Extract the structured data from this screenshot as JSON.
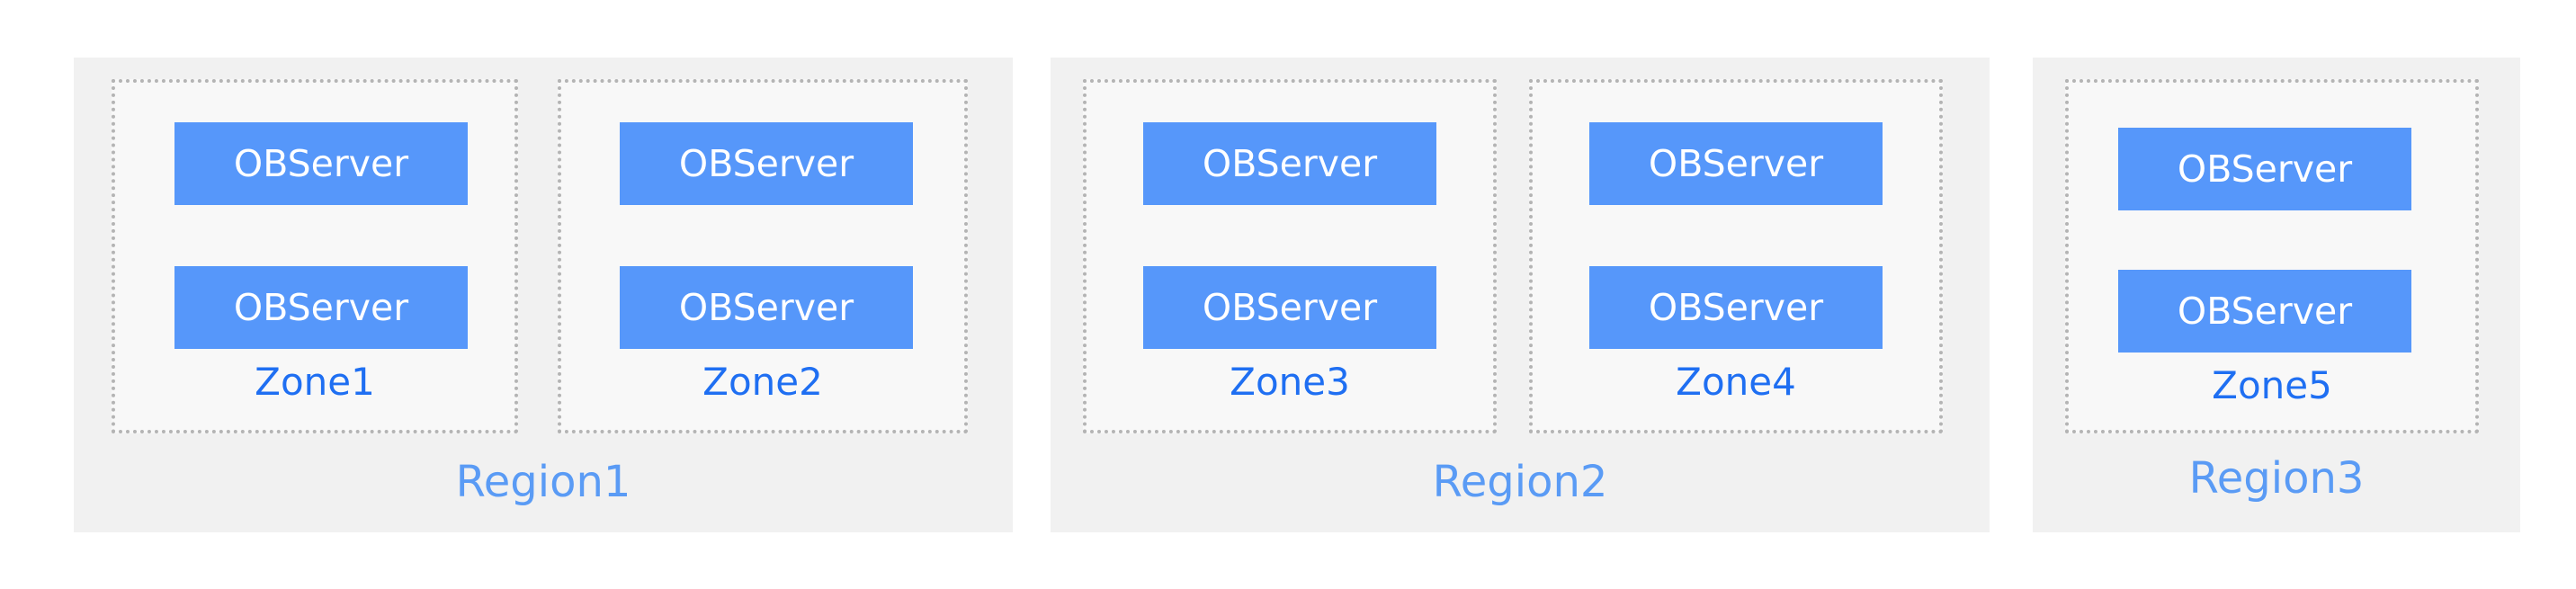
{
  "colors": {
    "region_bg": "#f1f1f1",
    "zone_bg": "#f8f8f8",
    "zone_border": "#b4b4b4",
    "server_fill": "#5697fa",
    "server_text": "#ffffff",
    "zone_label": "#1f6ff2",
    "region_label": "#5a9bf5"
  },
  "regions": [
    {
      "label": "Region1",
      "zones": [
        {
          "label": "Zone1",
          "servers": [
            "OBServer",
            "OBServer"
          ]
        },
        {
          "label": "Zone2",
          "servers": [
            "OBServer",
            "OBServer"
          ]
        }
      ]
    },
    {
      "label": "Region2",
      "zones": [
        {
          "label": "Zone3",
          "servers": [
            "OBServer",
            "OBServer"
          ]
        },
        {
          "label": "Zone4",
          "servers": [
            "OBServer",
            "OBServer"
          ]
        }
      ]
    },
    {
      "label": "Region3",
      "zones": [
        {
          "label": "Zone5",
          "servers": [
            "OBServer",
            "OBServer"
          ]
        }
      ]
    }
  ]
}
